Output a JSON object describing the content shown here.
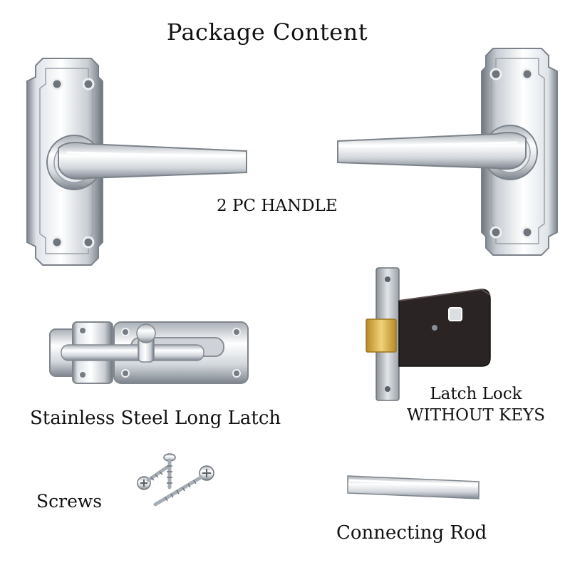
{
  "title": "Package Content",
  "items": {
    "handle": "2 PC HANDLE",
    "long_latch": "Stainless Steel Long Latch",
    "latch_lock_line1": "Latch Lock",
    "latch_lock_line2": "WITHOUT KEYS",
    "screws": "Screws",
    "connecting_rod": "Connecting Rod"
  },
  "colors": {
    "chrome_light": "#f4f5f7",
    "chrome_dark": "#8a9098",
    "brass": "#d8b24a",
    "lock_body": "#2b2424"
  },
  "icons": [
    "left-handle-icon",
    "right-handle-icon",
    "long-latch-icon",
    "latch-lock-icon",
    "screws-icon",
    "connecting-rod-icon"
  ]
}
